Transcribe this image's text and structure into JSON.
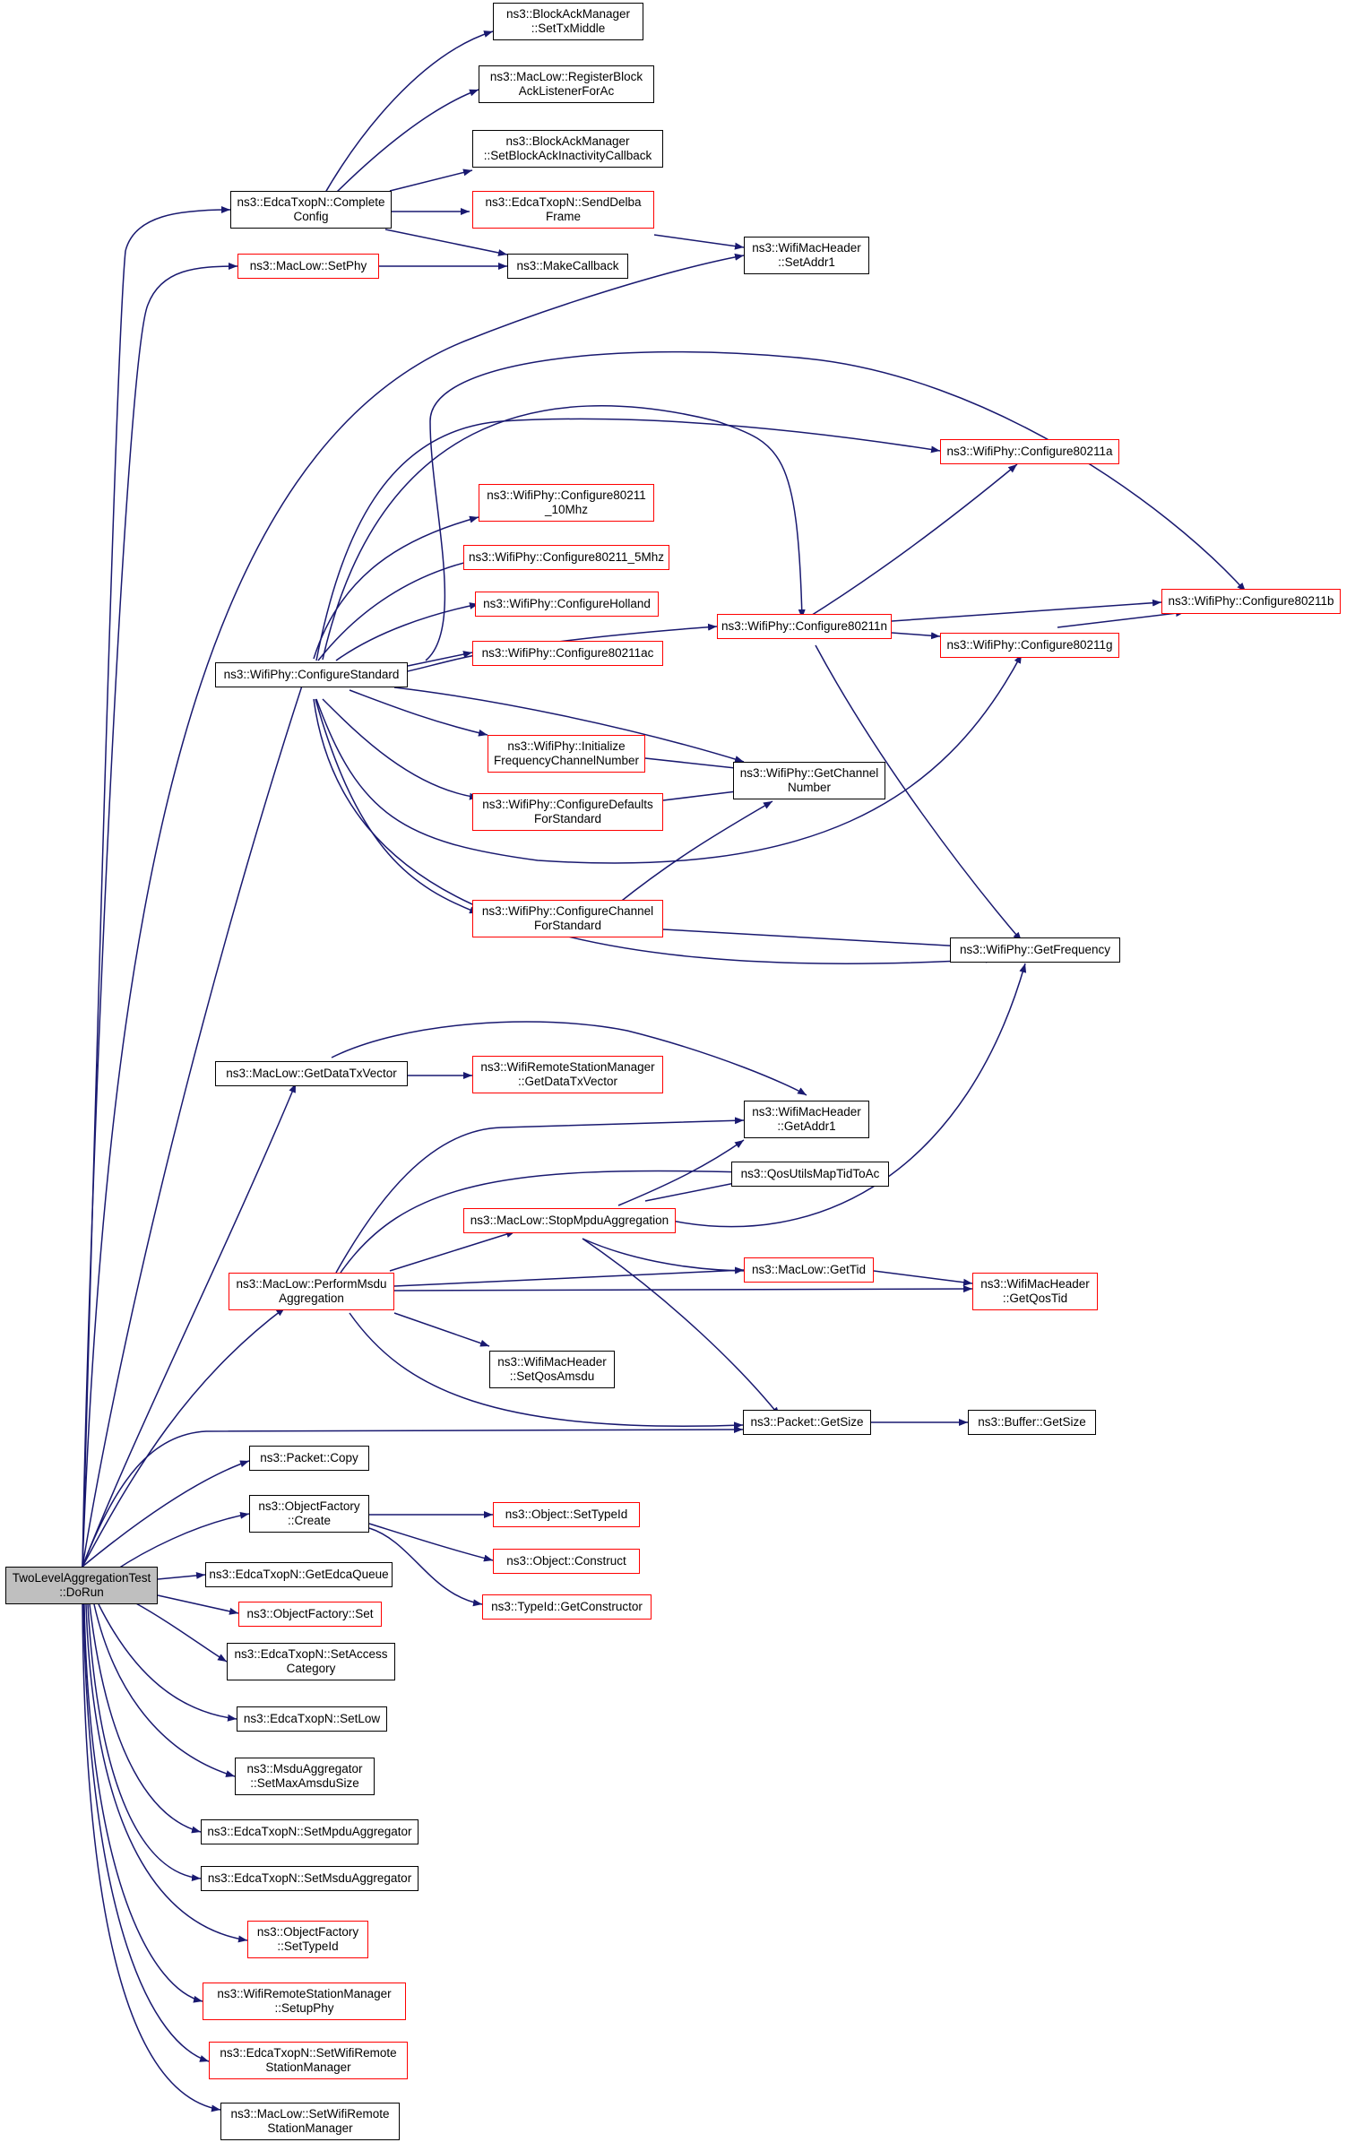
{
  "graph": {
    "title": "TwoLevelAggregationTest::DoRun call graph",
    "colors": {
      "edge": "#191970",
      "linked_border": "#000000",
      "unlinked_border": "#ff0000",
      "root_fill": "#bfbfbf"
    }
  },
  "nodes": {
    "root": "TwoLevelAggregationTest\n::DoRun",
    "complete_config": "ns3::EdcaTxopN::Complete\nConfig",
    "set_tx_middle": "ns3::BlockAckManager\n::SetTxMiddle",
    "register_block_ack": "ns3::MacLow::RegisterBlock\nAckListenerForAc",
    "set_block_ack_inactivity": "ns3::BlockAckManager\n::SetBlockAckInactivityCallback",
    "send_delba": "ns3::EdcaTxopN::SendDelba\nFrame",
    "make_callback": "ns3::MakeCallback",
    "set_addr1": "ns3::WifiMacHeader\n::SetAddr1",
    "set_phy": "ns3::MacLow::SetPhy",
    "configure_standard": "ns3::WifiPhy::ConfigureStandard",
    "cfg_80211a": "ns3::WifiPhy::Configure80211a",
    "cfg_80211_10mhz": "ns3::WifiPhy::Configure80211\n_10Mhz",
    "cfg_80211_5mhz": "ns3::WifiPhy::Configure80211_5Mhz",
    "cfg_holland": "ns3::WifiPhy::ConfigureHolland",
    "cfg_80211ac": "ns3::WifiPhy::Configure80211ac",
    "cfg_80211n": "ns3::WifiPhy::Configure80211n",
    "cfg_80211b": "ns3::WifiPhy::Configure80211b",
    "cfg_80211g": "ns3::WifiPhy::Configure80211g",
    "init_freq_channel": "ns3::WifiPhy::Initialize\nFrequencyChannelNumber",
    "get_channel_number": "ns3::WifiPhy::GetChannel\nNumber",
    "cfg_defaults": "ns3::WifiPhy::ConfigureDefaults\nForStandard",
    "cfg_channel": "ns3::WifiPhy::ConfigureChannel\nForStandard",
    "get_frequency": "ns3::WifiPhy::GetFrequency",
    "get_data_tx_vector": "ns3::MacLow::GetDataTxVector",
    "rsm_get_data_tx_vector": "ns3::WifiRemoteStationManager\n::GetDataTxVector",
    "get_addr1": "ns3::WifiMacHeader\n::GetAddr1",
    "qos_map": "ns3::QosUtilsMapTidToAc",
    "stop_mpdu": "ns3::MacLow::StopMpduAggregation",
    "perform_msdu": "ns3::MacLow::PerformMsdu\nAggregation",
    "get_tid": "ns3::MacLow::GetTid",
    "get_qos_tid": "ns3::WifiMacHeader\n::GetQosTid",
    "set_qos_amsdu": "ns3::WifiMacHeader\n::SetQosAmsdu",
    "packet_get_size": "ns3::Packet::GetSize",
    "buffer_get_size": "ns3::Buffer::GetSize",
    "packet_copy": "ns3::Packet::Copy",
    "of_create": "ns3::ObjectFactory\n::Create",
    "set_type_id": "ns3::Object::SetTypeId",
    "construct": "ns3::Object::Construct",
    "get_constructor": "ns3::TypeId::GetConstructor",
    "get_edca_queue": "ns3::EdcaTxopN::GetEdcaQueue",
    "of_set": "ns3::ObjectFactory::Set",
    "set_access_category": "ns3::EdcaTxopN::SetAccess\nCategory",
    "set_low": "ns3::EdcaTxopN::SetLow",
    "set_max_amsdu": "ns3::MsduAggregator\n::SetMaxAmsduSize",
    "set_mpdu_aggregator": "ns3::EdcaTxopN::SetMpduAggregator",
    "set_msdu_aggregator": "ns3::EdcaTxopN::SetMsduAggregator",
    "of_set_type_id": "ns3::ObjectFactory\n::SetTypeId",
    "setup_phy": "ns3::WifiRemoteStationManager\n::SetupPhy",
    "edca_set_wrsm": "ns3::EdcaTxopN::SetWifiRemote\nStationManager",
    "maclow_set_wrsm": "ns3::MacLow::SetWifiRemote\nStationManager"
  }
}
